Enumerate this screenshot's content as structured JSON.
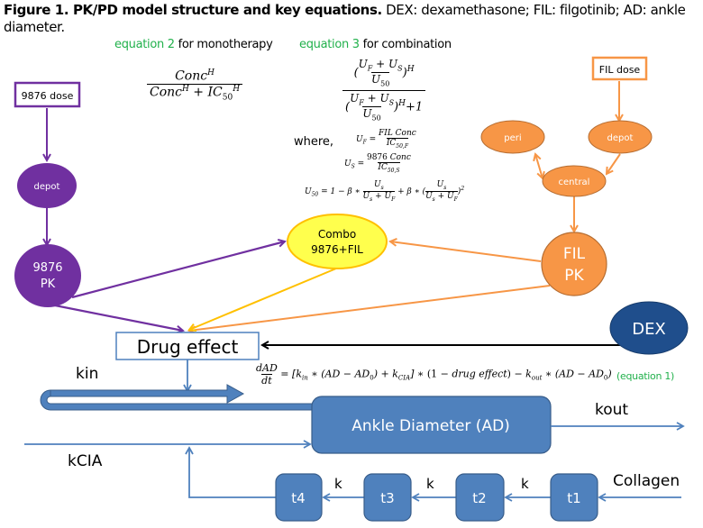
{
  "caption": {
    "bold": "Figure 1. PK/PD model structure and key equations.",
    "rest": " DEX: dexamethasone;  FIL: filgotinib; AD: ankle diameter."
  },
  "equation_labels": {
    "eq2_ref": "equation 2",
    "eq2_text": " for monotherapy",
    "eq3_ref": "equation 3",
    "eq3_text": " for combination",
    "eq1_ref": "(equation 1)"
  },
  "equations": {
    "eq2": {
      "numerator": "Conc^H",
      "denominator": "Conc^H + IC50^H"
    },
    "eq3": {
      "numerator": "((U_F + U_S)/U50)^H",
      "denominator": "((U_F + U_S)/U50)^H + 1"
    },
    "where_label": "where,",
    "uf": "U_F = FIL Conc / IC50,F",
    "us": "U_S = 9876 Conc / IC50,S",
    "u50": "U50 = 1 − β * U_s/(U_s + U_F) + β * (U_s/(U_s + U_F))^2",
    "eq1": "dAD/dt = [k_in * (AD − AD0) + k_CIA] * (1 − drug effect) − k_out * (AD − AD0)"
  },
  "nodes": {
    "dose_9876": "9876 dose",
    "depot_9876": "depot",
    "pk_9876_line1": "9876",
    "pk_9876_line2": "PK",
    "fil_dose": "FIL dose",
    "fil_peri": "peri",
    "fil_depot": "depot",
    "fil_central": "central",
    "fil_pk_line1": "FIL",
    "fil_pk_line2": "PK",
    "combo_line1": "Combo",
    "combo_line2": "9876+FIL",
    "dex": "DEX",
    "drug_effect": "Drug effect",
    "ankle": "Ankle Diameter (AD)",
    "t1": "t1",
    "t2": "t2",
    "t3": "t3",
    "t4": "t4"
  },
  "flow_labels": {
    "kin": "kin",
    "kout": "kout",
    "kcia": "kCIA",
    "k1": "k",
    "k2": "k",
    "k3": "k",
    "collagen": "Collagen"
  },
  "colors": {
    "purple": "#7030a0",
    "orange": "#f79646",
    "orange_stroke": "#b66d31",
    "yellow_fill": "#ffff4d",
    "yellow_stroke": "#ffc000",
    "blue": "#4f81bd",
    "blue_stroke": "#385d8a",
    "dex_fill": "#1f4e8c",
    "green": "#22b14c"
  }
}
